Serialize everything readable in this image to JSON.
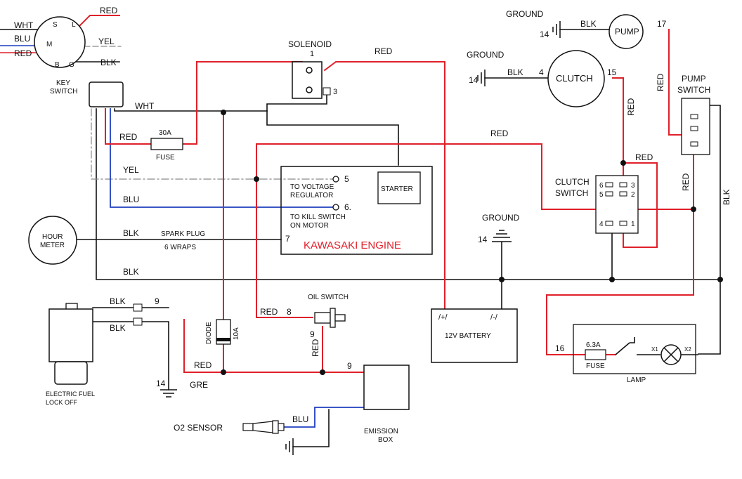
{
  "colors": {
    "red": "#e0202a",
    "blue": "#1f3fbf",
    "black": "#111111",
    "grey": "#8a8a8a",
    "engine_text": "#e0202a"
  },
  "key_switch": {
    "label_1": "KEY",
    "label_2": "SWITCH",
    "terminals": [
      "S",
      "L",
      "M",
      "B",
      "G"
    ],
    "wires_left": [
      "WHT",
      "BLU",
      "RED"
    ],
    "wires_right": [
      "RED",
      "YEL",
      "BLK"
    ]
  },
  "solenoid": {
    "label": "SOLENOID",
    "t1": "1",
    "t3": "3"
  },
  "fuse30": {
    "rating": "30A",
    "label": "FUSE"
  },
  "engine": {
    "title": "KAWASAKI ENGINE",
    "starter": "STARTER",
    "volt_reg_1": "TO VOLTAGE",
    "volt_reg_2": "REGULATOR",
    "pin5": "5",
    "kill_1": "TO KILL SWITCH",
    "kill_2": "ON MOTOR",
    "pin6": "6.",
    "pin7": "7"
  },
  "hour_meter": {
    "line1": "HOUR",
    "line2": "METER",
    "spark_1": "SPARK PLUG",
    "spark_2": "6 WRAPS"
  },
  "diode": {
    "label": "DIODE",
    "rating": "10A"
  },
  "oil_switch": {
    "label": "OIL SWITCH",
    "wire": "RED",
    "n8": "8",
    "n9": "9",
    "vred": "RED"
  },
  "fuel_lock": {
    "line1": "ELECTRIC FUEL",
    "line2": "LOCK OFF",
    "blk1": "BLK",
    "blk2": "BLK",
    "n9": "9",
    "n14": "14"
  },
  "battery": {
    "pos": "/+/",
    "neg": "/-/",
    "label": "12V BATTERY"
  },
  "ground_batt": {
    "label": "GROUND",
    "n14": "14"
  },
  "emission": {
    "line1": "EMISSION",
    "line2": "BOX",
    "n9": "9"
  },
  "o2": {
    "label": "O2 SENSOR",
    "wire": "BLU"
  },
  "pump": {
    "label": "PUMP",
    "ground": "GROUND",
    "n14": "14",
    "blk": "BLK",
    "n17": "17"
  },
  "clutch": {
    "label": "CLUTCH",
    "ground": "GROUND",
    "n14": "14",
    "blk": "BLK",
    "n4": "4",
    "n15": "15"
  },
  "clutch_switch": {
    "line1": "CLUTCH",
    "line2": "SWITCH",
    "pins": [
      "6",
      "5",
      "4",
      "3",
      "2",
      "1"
    ]
  },
  "pump_switch": {
    "line1": "PUMP",
    "line2": "SWITCH"
  },
  "lamp": {
    "label": "LAMP",
    "fuse_rating": "6.3A",
    "fuse": "FUSE",
    "x1": "X1",
    "x2": "X2",
    "n16": "16"
  },
  "wire_labels": {
    "wht": "WHT",
    "red_fuse": "RED",
    "yel": "YEL",
    "blu": "BLU",
    "blk_spark": "BLK",
    "blk_bottom": "BLK",
    "red_top": "RED",
    "red_mid": "RED",
    "red_cs": "RED",
    "red_pump_v": "RED",
    "red_clutch_v": "RED",
    "red_right_v": "RED",
    "blk_right_v": "BLK",
    "red_diode": "RED",
    "gre": "GRE"
  }
}
